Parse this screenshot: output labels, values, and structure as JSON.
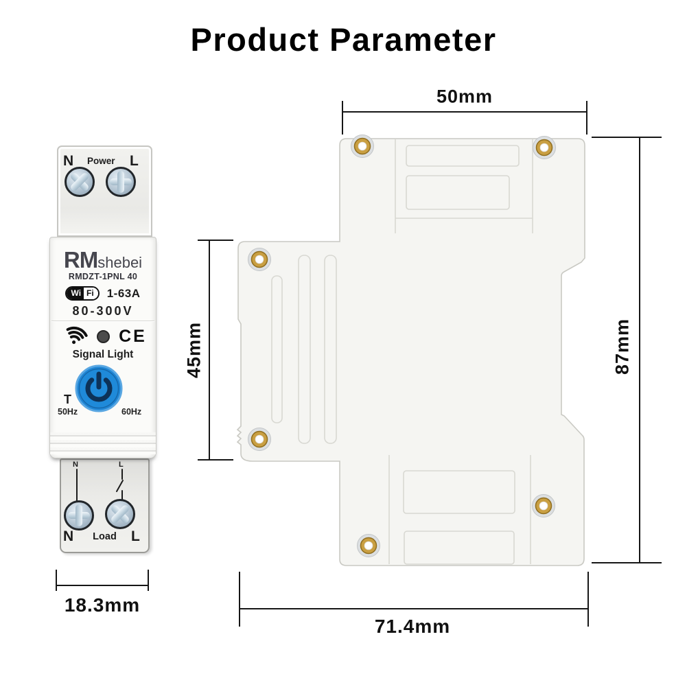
{
  "title": "Product Parameter",
  "front_view": {
    "top_terminal": {
      "left_label": "N",
      "center_label": "Power",
      "right_label": "L"
    },
    "brand": {
      "bold": "RM",
      "rest": "shebei"
    },
    "model": "RMDZT-1PNL 40",
    "wifi_badge": {
      "wi": "Wi",
      "fi": "Fi"
    },
    "current_rating": "1-63A",
    "voltage_rating": "80-300V",
    "signal_light_label": "Signal Light",
    "ce_mark": "CE",
    "test_button_label": "T",
    "freq_left": "50Hz",
    "freq_right": "60Hz",
    "bottom_wire_labels": {
      "n": "N",
      "l": "L"
    },
    "bottom_terminal": {
      "left_label": "N",
      "center_label": "Load",
      "right_label": "L"
    }
  },
  "dimensions": {
    "front_width": "18.3mm",
    "side_top_width": "50mm",
    "side_left_height": "45mm",
    "side_full_height": "87mm",
    "side_bottom_width": "71.4mm"
  },
  "icons": {
    "wifi_signal": "wifi-arcs-with-dot",
    "status_dot": "filled-circle",
    "power_button": "power-symbol-in-blue-circle",
    "screw_terminal": "slotted-screw-head",
    "screw_hole": "brass-ring-hole"
  },
  "colors": {
    "power_button_blue": "#1e86d6",
    "power_symbol_navy": "#0d3258",
    "brass_screw": "#c99f42",
    "device_body": "#f5f5f2",
    "dimension_line": "#161616"
  }
}
